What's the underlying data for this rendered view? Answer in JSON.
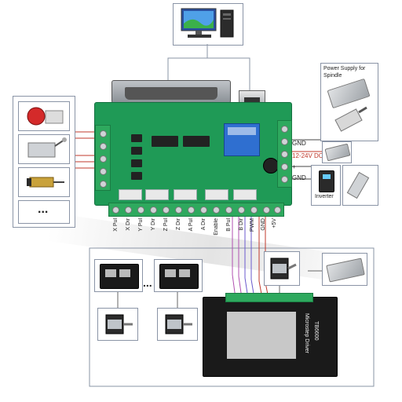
{
  "board": {
    "power_supply_label": "Power Supply for Spindle",
    "gnd_top": "GND",
    "voltage_label": "12-24V DC",
    "plus_label": "+",
    "gnd_bottom": "GND",
    "inverter_label": "Inverter"
  },
  "bottom_pins": [
    "X Pul",
    "X Dir",
    "Y Pul",
    "Y Dir",
    "Z Pul",
    "Z Dir",
    "A Pul",
    "A Dir",
    "Enable",
    "B Pul",
    "B Dir",
    "PWM",
    "GND",
    "+5V"
  ],
  "dots": "...",
  "driver": {
    "title": "Microstep Driver",
    "model": "TB6600"
  },
  "colors": {
    "pcb": "#1f9a56",
    "wire_red": "#c0392b",
    "frame": "#8a94a6"
  }
}
